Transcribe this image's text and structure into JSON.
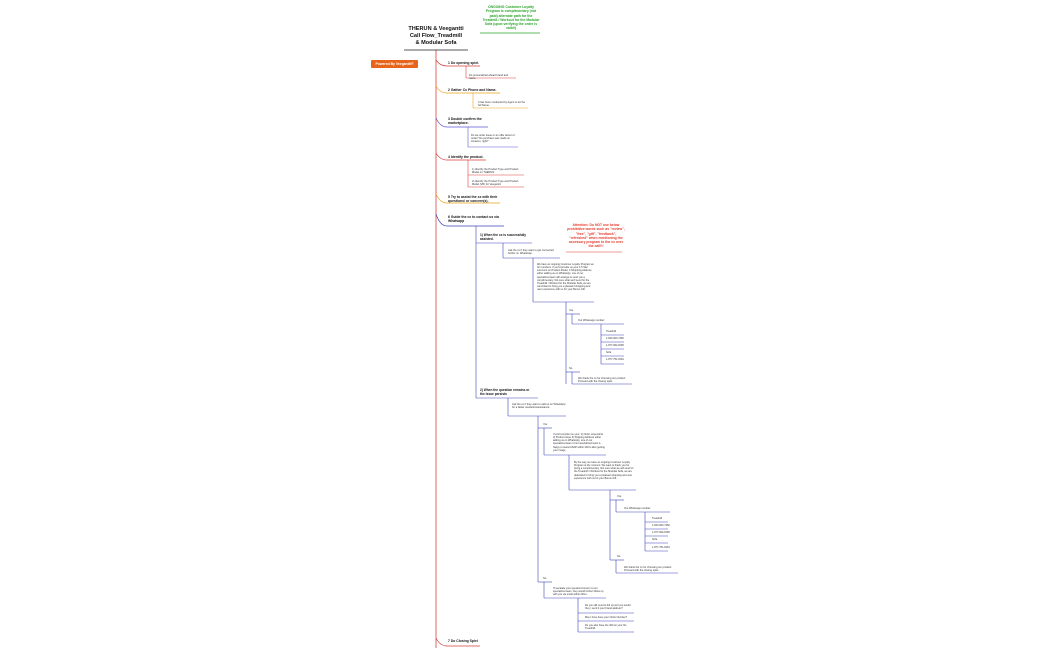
{
  "title": "THERUN & Veegantti\nCall Flow_Treadmill\n& Modular Sofa",
  "badge": "Powered By Veegantti®",
  "green_note": "ONGOING Customer Loyalty Program is complimentary (not paid) alternate path for the Treadmill / Workout for the Modular Sofa (upon verifying the order is valid!)",
  "red_note": "Attention: Do NOT use below prohibitive words such as \"review\", \"free\", \"gift\", \"feedback\", \"refreshed\" when mentioning the accessory program to the cx over the call!!!",
  "steps": {
    "s1": "1 Do opening spiel.",
    "s1_note": "Do personalized ahead brand and name.",
    "s2": "2 Gather Cx Phone and Name.",
    "s2_note": "It has been conducted by Agent to let the full Name.",
    "s3": "3 Double confirm the marketplace.",
    "s3_note": "Do we order issue or an offer about of order? Do purchase was made on Amazon, right?",
    "s4": "4 Identify the product.",
    "s4_note1": "1) Identify the Product Type and Product Model on THERUN.",
    "s4_note2": "2) Identify the Product Type and Product Model (VR) for Veegantti.",
    "s5": "5 Try to assist the cx with their questions/ or concern(s).",
    "s6": "6 Guide the cx to contact us via Whatsapp",
    "s7": "7 Do Closing Spiel"
  },
  "branchA": {
    "label": "1) When the cx is successfully assisted.",
    "ask": "Ask the cx if they want to get connected further on WhatsApp.",
    "script": "We have an ongoing Customer Loyalty Program as for members. If you'd provide us your 1-5 Star comment on Product Model, 3 Shopping Address, either adding us on WhatsApp, one of our specialized team will arrange to send you a complimentary. Not sure what we'll send for the Treadmill / Workout for the Modular Sofa, we are committed to bring you a pleasant shopping and user experience with us for your Bonus Gift.",
    "yes": "Yes",
    "yes_step": "Our Whatsapp number:",
    "numbers": [
      "Treadmill",
      "1-843-903-7482",
      "1-877-662-8165",
      "Sofa",
      "1-877-751-8181"
    ],
    "no": "No",
    "no_step": "We thank the cx for choosing our product. Proceed with the closing spiel."
  },
  "branchB": {
    "label": "2) When the question remains or the issue persists",
    "ask": "Ask the cx if they want to add us on WhatsApp for a faster resolution/assistance.",
    "yes": "Yes",
    "yes_script": "If you'll provide me your: 1) Order screenshot 2) Product issue 3) Shipping Address either adding us on WhatsApp, one of our specialized team of our specialized team is happy to assist ASAP within 24hrs after getting your image.",
    "yes_script2": "By the way, we have an ongoing Customer Loyalty Program at the moment. We want to thank you for being a complimentary. Not sure what we will send for the Treadmill / Workout for the Modular Sofa, we are dedicated to bring you a pleasant shopping and user experience with us for your Bonus Gift.",
    "yes2": "Yes",
    "yes2_step": "Our Whatsapp number:",
    "numbers": [
      "Treadmill",
      "1-843-903-7482",
      "1-877-662-8165",
      "Sofa",
      "1-877-751-8181"
    ],
    "no2": "No",
    "no2_step": "We thank the cx for choosing our product. Proceed with the closing spiel.",
    "no": "No",
    "no_script": "I'll escalate your question/concern to our specialized team, they would further follow up with you via email within 24hrs.",
    "no_q1": "Do you still need to full up and you would they / send it your brand address?",
    "no_q2": "May I have have your Order Number?",
    "no_q3": "Do you also have the 400 on your the Treadmill."
  }
}
